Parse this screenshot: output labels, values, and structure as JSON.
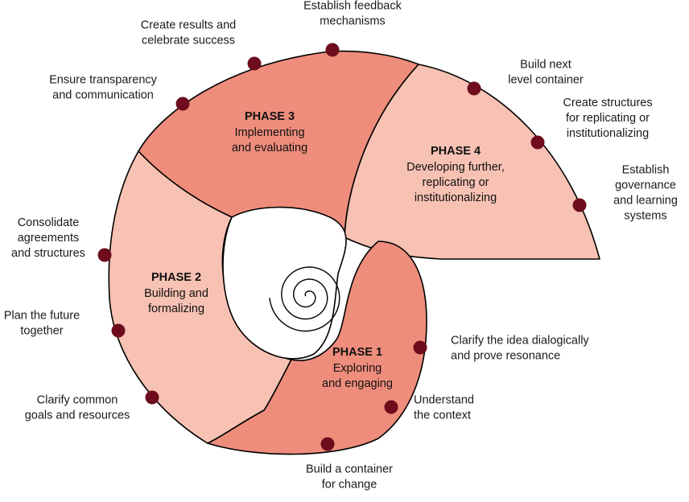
{
  "colors": {
    "phase1": "#ef8d7c",
    "phase2": "#f7c1b3",
    "phase3": "#ef8d7c",
    "phase4": "#f7c1b3",
    "dot": "#6e0c1e"
  },
  "phases": [
    {
      "title": "PHASE 1",
      "subtitle": [
        "Exploring",
        "and engaging"
      ]
    },
    {
      "title": "PHASE 2",
      "subtitle": [
        "Building and",
        "formalizing"
      ]
    },
    {
      "title": "PHASE 3",
      "subtitle": [
        "Implementing",
        "and evaluating"
      ]
    },
    {
      "title": "PHASE 4",
      "subtitle": [
        "Developing further,",
        "replicating or",
        "institutionalizing"
      ]
    }
  ],
  "steps": [
    {
      "lines": [
        "Understand",
        "the context"
      ]
    },
    {
      "lines": [
        "Build a container",
        "for change"
      ]
    },
    {
      "lines": [
        "Clarify the idea dialogically",
        "and prove resonance"
      ]
    },
    {
      "lines": [
        "Clarify common",
        "goals and resources"
      ]
    },
    {
      "lines": [
        "Plan the future",
        "together"
      ]
    },
    {
      "lines": [
        "Consolidate",
        "agreements",
        "and structures"
      ]
    },
    {
      "lines": [
        "Ensure transparency",
        "and communication"
      ]
    },
    {
      "lines": [
        "Create results and",
        "celebrate success"
      ]
    },
    {
      "lines": [
        "Establish feedback",
        "mechanisms"
      ]
    },
    {
      "lines": [
        "Build next",
        "level container"
      ]
    },
    {
      "lines": [
        "Create structures",
        "for replicating or",
        "institutionalizing"
      ]
    },
    {
      "lines": [
        "Establish",
        "governance",
        "and learning",
        "systems"
      ]
    }
  ]
}
